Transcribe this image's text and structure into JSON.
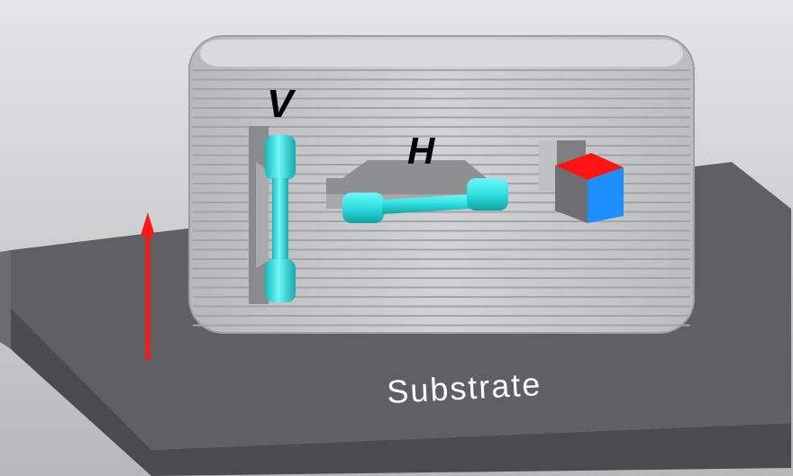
{
  "labels": {
    "vertical": "V",
    "horizontal": "H",
    "substrate": "Substrate"
  },
  "colors": {
    "background": "#c9cacc",
    "substrate_top": "#5f6063",
    "substrate_front": "#4b4c4f",
    "printed_block": "#c6c7c9",
    "specimen": "#2ee6e6",
    "cube_top": "#ff1010",
    "cube_front": "#1e8fff",
    "cube_side": "#6e6f72",
    "arrow": "#ff1a1a"
  },
  "icons": {
    "build_direction": "up-arrow-icon"
  }
}
